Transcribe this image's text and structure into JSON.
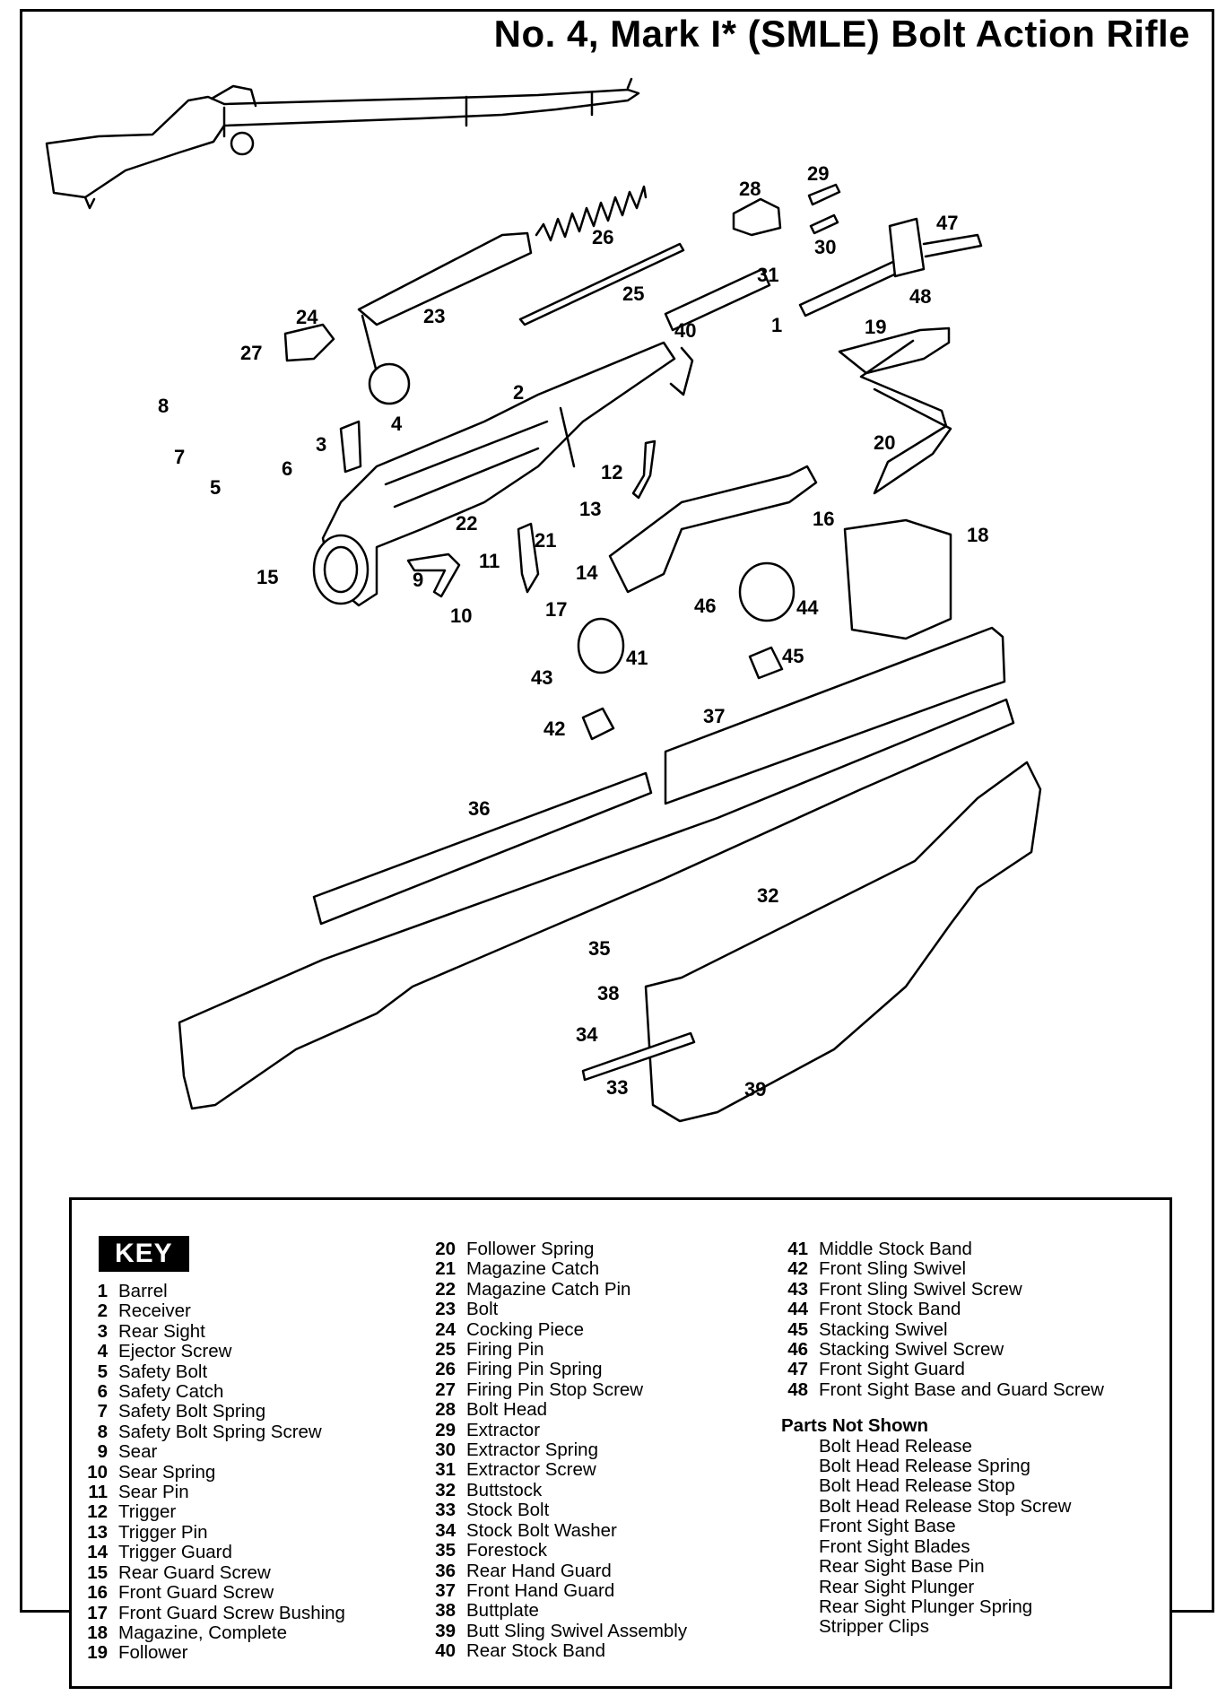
{
  "title": "No. 4, Mark I* (SMLE) Bolt Action Rifle",
  "callouts": [
    "1",
    "2",
    "3",
    "4",
    "5",
    "6",
    "7",
    "8",
    "9",
    "10",
    "11",
    "12",
    "13",
    "14",
    "15",
    "16",
    "17",
    "18",
    "19",
    "20",
    "21",
    "22",
    "23",
    "24",
    "25",
    "26",
    "27",
    "28",
    "29",
    "30",
    "31",
    "32",
    "33",
    "34",
    "35",
    "36",
    "37",
    "38",
    "39",
    "40",
    "41",
    "42",
    "43",
    "44",
    "45",
    "46",
    "47",
    "48"
  ],
  "key": {
    "heading": "KEY",
    "columns": [
      [
        {
          "num": "1",
          "name": "Barrel"
        },
        {
          "num": "2",
          "name": "Receiver"
        },
        {
          "num": "3",
          "name": "Rear Sight"
        },
        {
          "num": "4",
          "name": "Ejector Screw"
        },
        {
          "num": "5",
          "name": "Safety Bolt"
        },
        {
          "num": "6",
          "name": "Safety Catch"
        },
        {
          "num": "7",
          "name": "Safety Bolt Spring"
        },
        {
          "num": "8",
          "name": "Safety Bolt Spring Screw"
        },
        {
          "num": "9",
          "name": "Sear"
        },
        {
          "num": "10",
          "name": "Sear Spring"
        },
        {
          "num": "11",
          "name": "Sear Pin"
        },
        {
          "num": "12",
          "name": "Trigger"
        },
        {
          "num": "13",
          "name": "Trigger Pin"
        },
        {
          "num": "14",
          "name": "Trigger Guard"
        },
        {
          "num": "15",
          "name": "Rear Guard Screw"
        },
        {
          "num": "16",
          "name": "Front Guard Screw"
        },
        {
          "num": "17",
          "name": "Front Guard Screw Bushing"
        },
        {
          "num": "18",
          "name": "Magazine, Complete"
        },
        {
          "num": "19",
          "name": "Follower"
        }
      ],
      [
        {
          "num": "20",
          "name": "Follower Spring"
        },
        {
          "num": "21",
          "name": "Magazine Catch"
        },
        {
          "num": "22",
          "name": "Magazine Catch Pin"
        },
        {
          "num": "23",
          "name": "Bolt"
        },
        {
          "num": "24",
          "name": "Cocking Piece"
        },
        {
          "num": "25",
          "name": "Firing Pin"
        },
        {
          "num": "26",
          "name": "Firing Pin Spring"
        },
        {
          "num": "27",
          "name": "Firing Pin Stop Screw"
        },
        {
          "num": "28",
          "name": "Bolt Head"
        },
        {
          "num": "29",
          "name": "Extractor"
        },
        {
          "num": "30",
          "name": "Extractor Spring"
        },
        {
          "num": "31",
          "name": "Extractor Screw"
        },
        {
          "num": "32",
          "name": "Buttstock"
        },
        {
          "num": "33",
          "name": "Stock Bolt"
        },
        {
          "num": "34",
          "name": "Stock Bolt Washer"
        },
        {
          "num": "35",
          "name": "Forestock"
        },
        {
          "num": "36",
          "name": "Rear Hand Guard"
        },
        {
          "num": "37",
          "name": "Front Hand Guard"
        },
        {
          "num": "38",
          "name": "Buttplate"
        },
        {
          "num": "39",
          "name": "Butt Sling Swivel Assembly"
        },
        {
          "num": "40",
          "name": "Rear Stock Band"
        }
      ],
      [
        {
          "num": "41",
          "name": "Middle Stock Band"
        },
        {
          "num": "42",
          "name": "Front Sling Swivel"
        },
        {
          "num": "43",
          "name": "Front Sling Swivel Screw"
        },
        {
          "num": "44",
          "name": "Front Stock Band"
        },
        {
          "num": "45",
          "name": "Stacking Swivel"
        },
        {
          "num": "46",
          "name": "Stacking Swivel Screw"
        },
        {
          "num": "47",
          "name": "Front Sight Guard"
        },
        {
          "num": "48",
          "name": "Front Sight Base and Guard Screw"
        }
      ]
    ],
    "parts_not_shown": {
      "heading": "Parts Not Shown",
      "items": [
        "Bolt Head Release",
        "Bolt Head Release Spring",
        "Bolt Head Release Stop",
        "Bolt Head Release Stop Screw",
        "Front Sight Base",
        "Front Sight Blades",
        "Rear Sight Base Pin",
        "Rear Sight Plunger",
        "Rear Sight Plunger Spring",
        "Stripper Clips"
      ]
    }
  }
}
